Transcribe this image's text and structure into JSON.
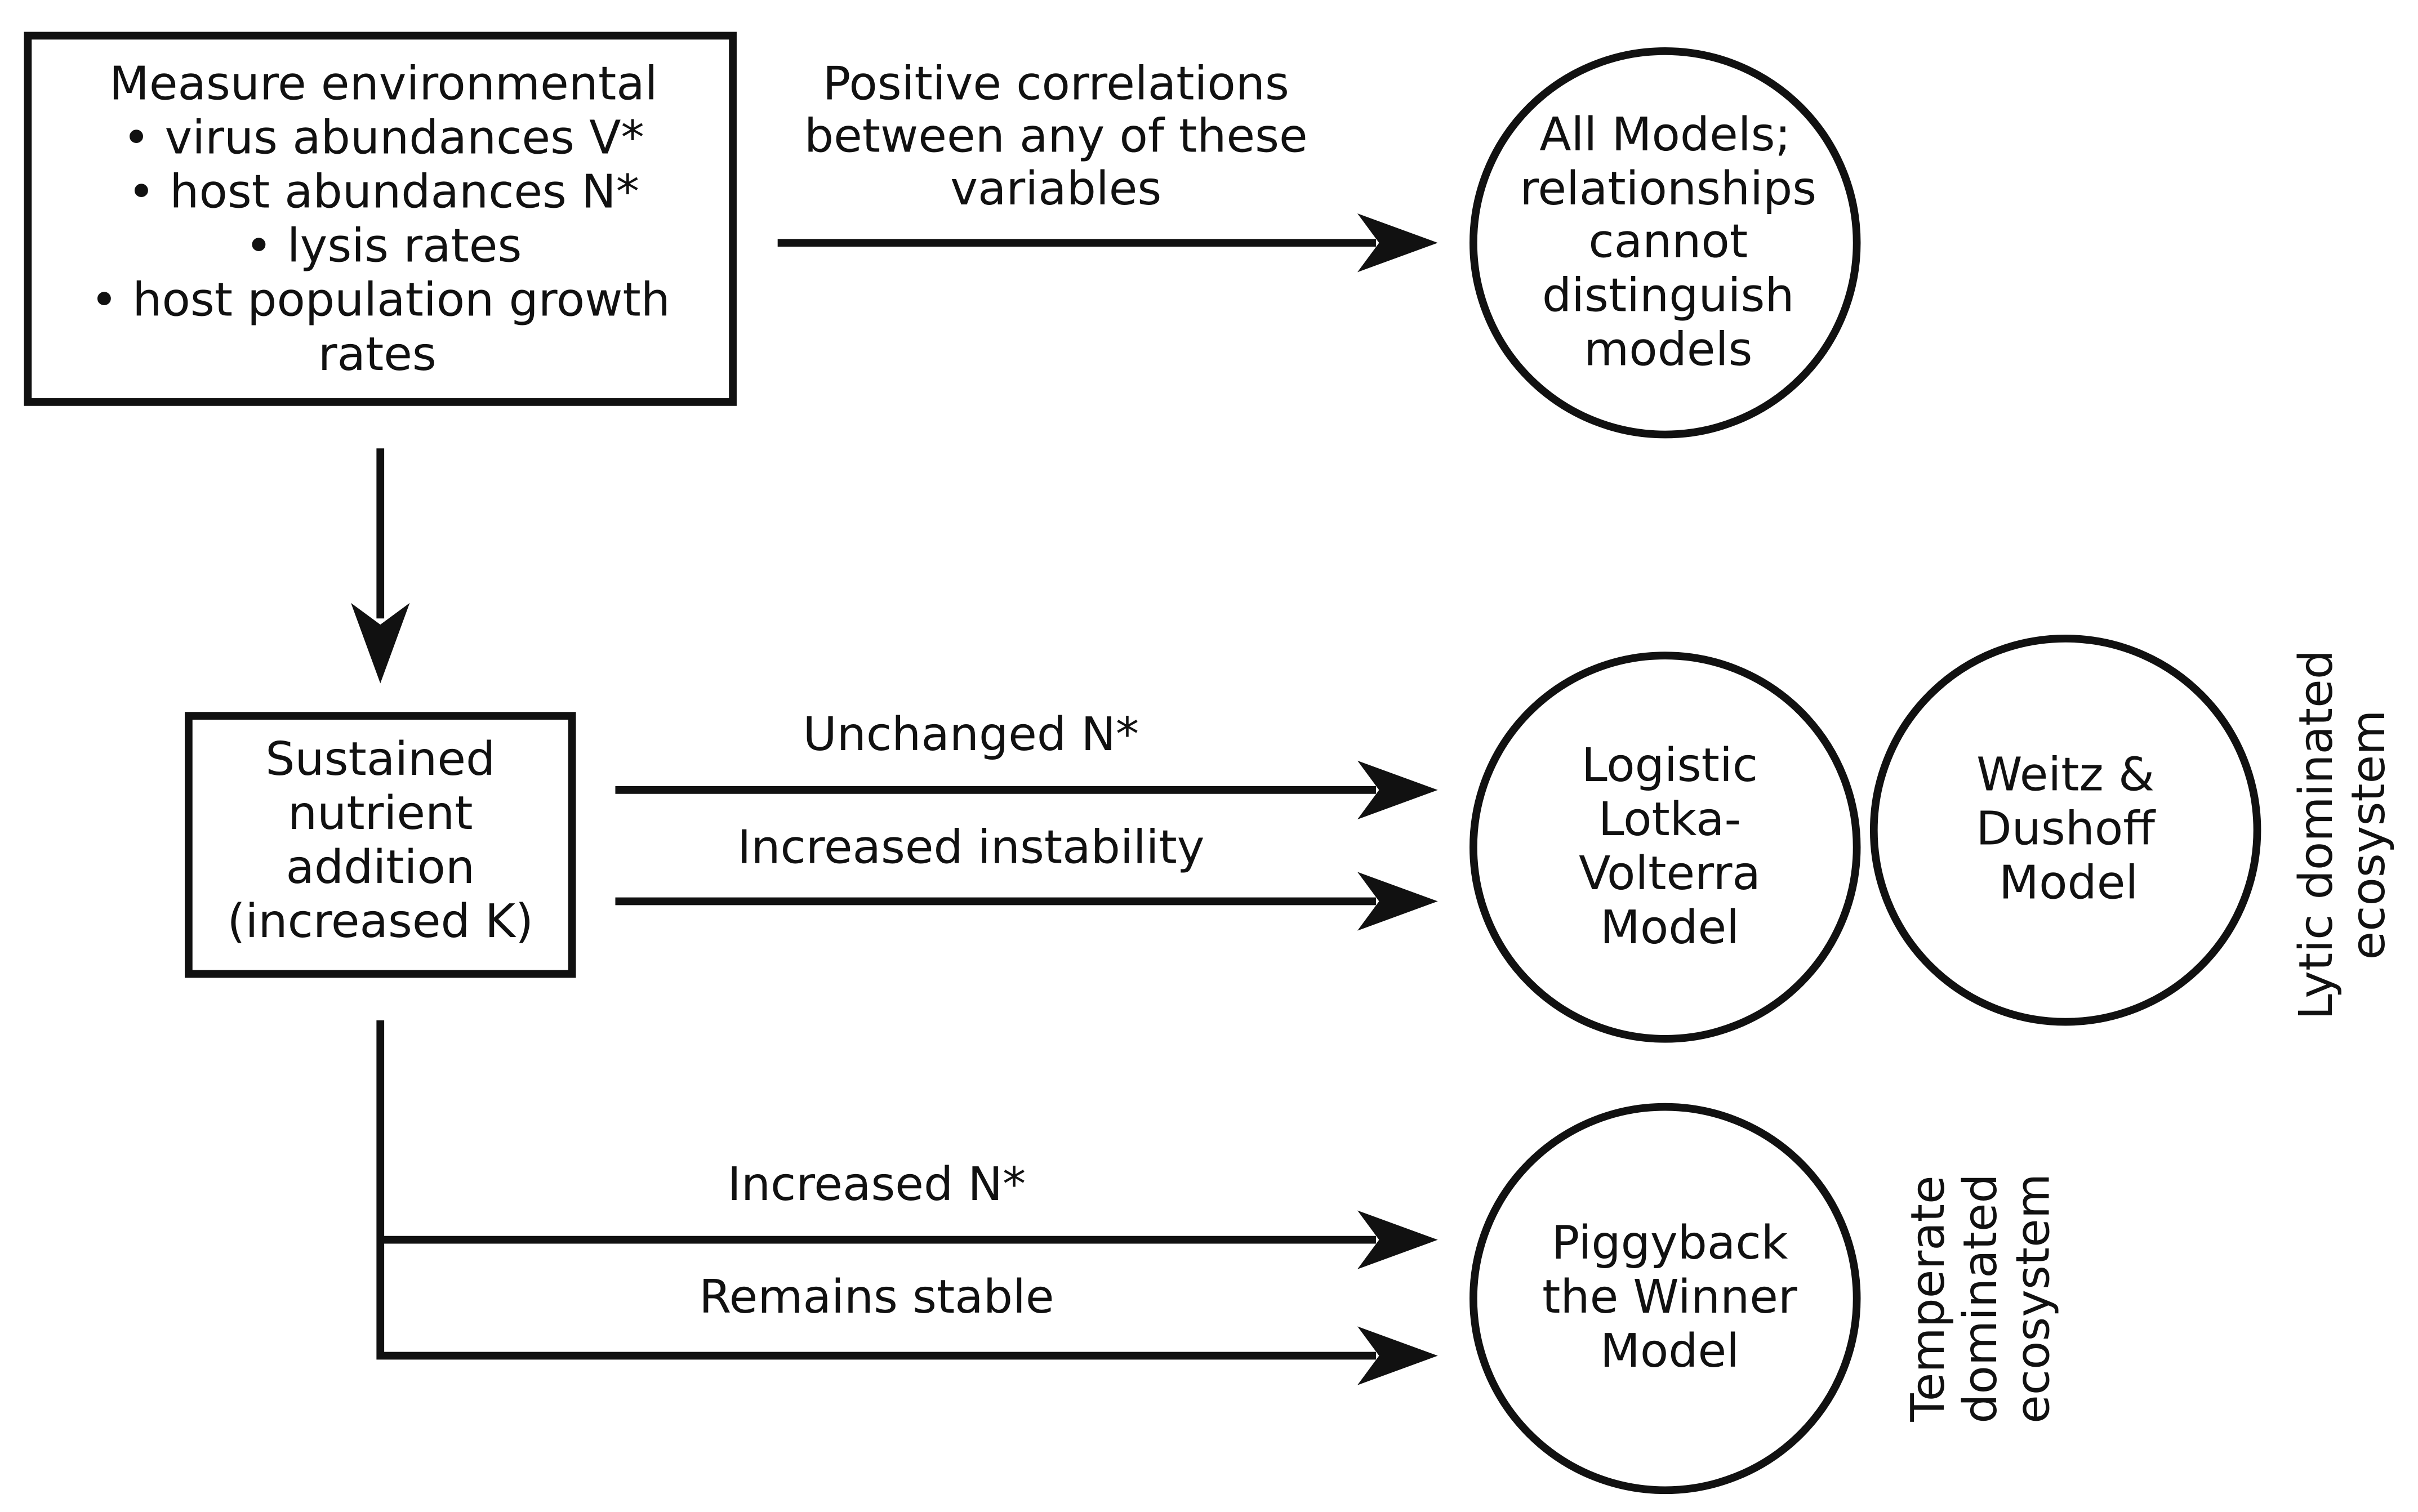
{
  "measure_box": {
    "lines": [
      "Measure environmental",
      "• virus abundances V*",
      "• host abundances N*",
      "• lysis rates",
      "• host population growth",
      "rates"
    ]
  },
  "correlation_label": {
    "lines": [
      "Positive correlations",
      "between any of these",
      "variables"
    ]
  },
  "all_models_circle": {
    "lines": [
      "All Models;",
      "relationships",
      "cannot",
      "distinguish",
      "models"
    ]
  },
  "nutrient_box": {
    "lines": [
      "Sustained",
      "nutrient",
      "addition",
      "(increased K)"
    ]
  },
  "lytic_branch": {
    "label_1": "Unchanged N*",
    "label_2": "Increased instability",
    "logistic_circle": [
      "Logistic",
      "Lotka-",
      "Volterra",
      "Model"
    ],
    "weitz_circle": [
      "Weitz &",
      "Dushoff",
      "Model"
    ],
    "side_label": [
      "Lytic dominated",
      "ecosystem"
    ]
  },
  "temperate_branch": {
    "label_1": "Increased N*",
    "label_2": "Remains stable",
    "piggyback_circle": [
      "Piggyback",
      "the Winner",
      "Model"
    ],
    "side_label": [
      "Temperate",
      "dominated",
      "ecosystem"
    ]
  }
}
